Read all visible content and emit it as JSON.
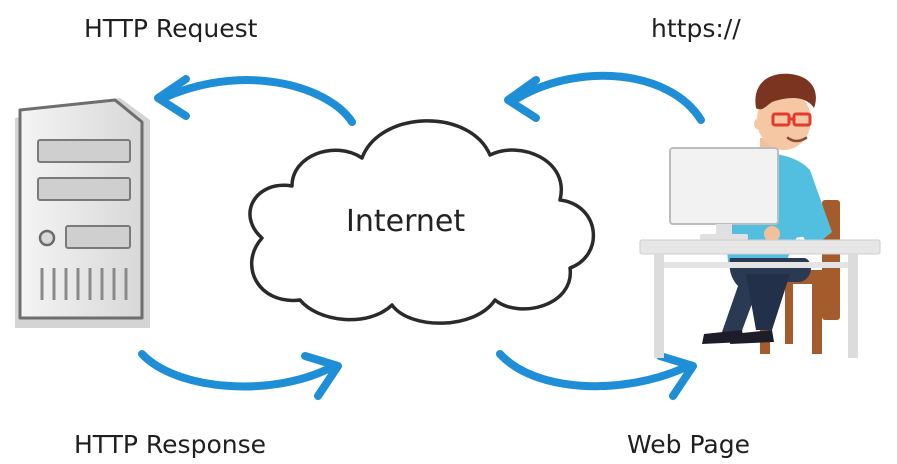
{
  "labels": {
    "http_request": "HTTP Request",
    "https": "https://",
    "http_response": "HTTP Response",
    "web_page": "Web Page",
    "internet": "Internet"
  },
  "colors": {
    "arrow": "#1e8fd6",
    "server_body": "#e7e7e7",
    "server_outline": "#6e6e6e",
    "shirt": "#52bfe0",
    "chair": "#a55c2c",
    "glasses": "#e53b2c",
    "hair": "#7a3420"
  }
}
